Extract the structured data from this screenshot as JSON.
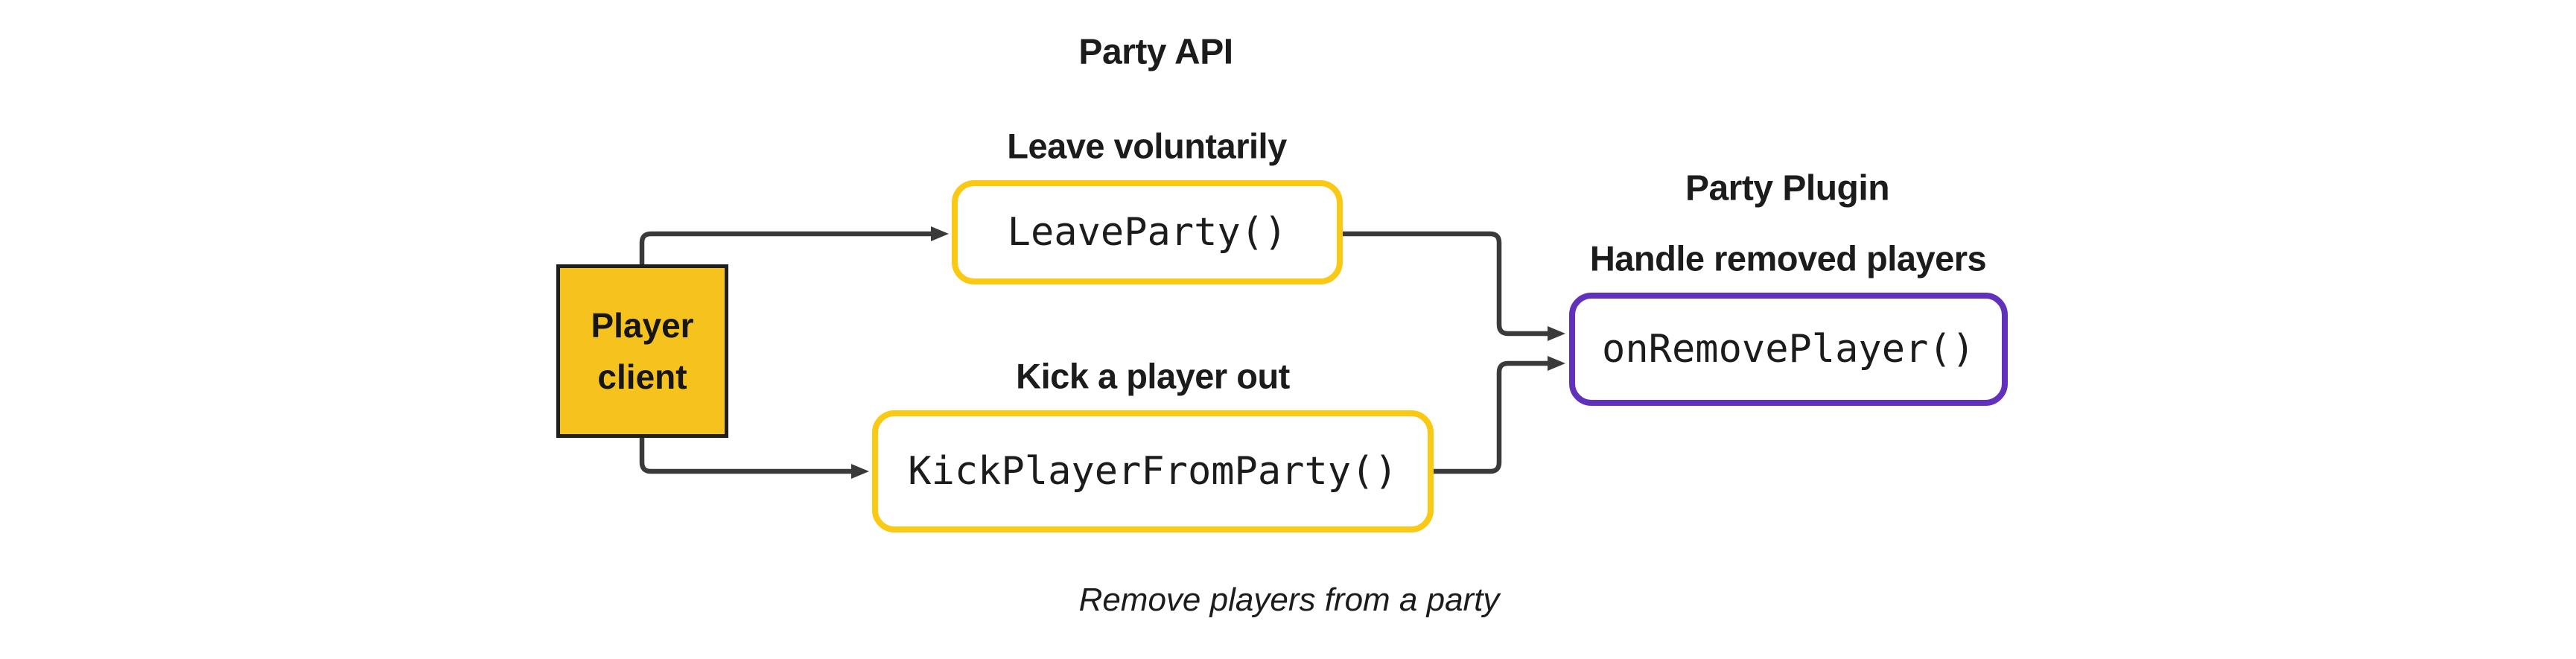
{
  "colors": {
    "yellow_border": "#F9C913",
    "player_fill": "#F6C21E",
    "player_border": "#1F1F1F",
    "purple_border": "#6231BC",
    "edge": "#3A3A3A",
    "text": "#1C1C1C",
    "background": "#FFFFFF"
  },
  "diagram": {
    "party_api": {
      "title": "Party API",
      "leave": {
        "label": "Leave voluntarily",
        "code": "LeaveParty()"
      },
      "kick": {
        "label": "Kick a player out",
        "code": "KickPlayerFromParty()"
      }
    },
    "party_plugin": {
      "title": "Party Plugin",
      "label": "Handle removed players",
      "code": "onRemovePlayer()"
    },
    "player_client": {
      "label": "Player client"
    },
    "caption": "Remove players from a party"
  }
}
